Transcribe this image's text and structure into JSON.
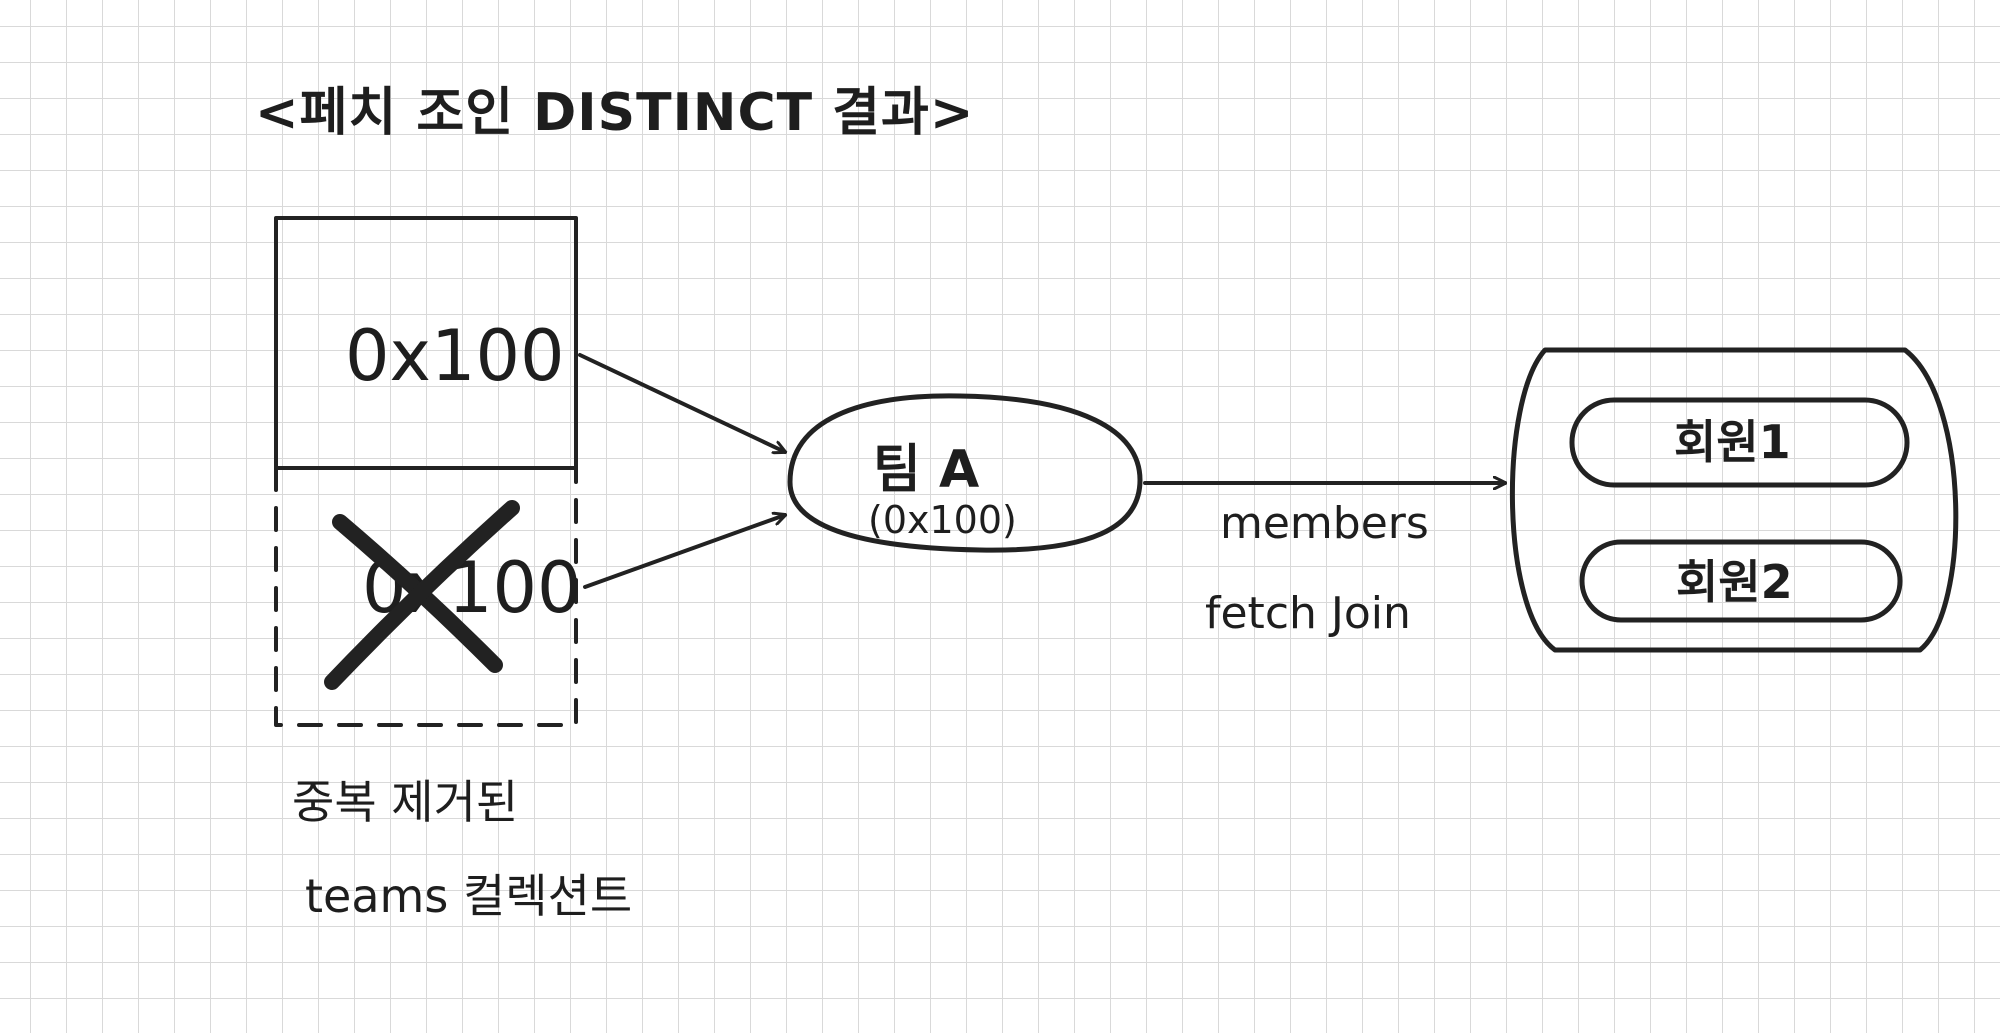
{
  "title": "<페치 조인 DISTINCT 결과>",
  "kept_box": {
    "label": "0x100"
  },
  "removed_box": {
    "label": "0x100"
  },
  "team_node": {
    "name": "팀 A",
    "address": "(0x100)"
  },
  "edge_label": {
    "line1": "members",
    "line2": "fetch Join"
  },
  "members": [
    "회원1",
    "회원2"
  ],
  "caption": {
    "line1": "중복 제거된",
    "line2": "teams 컬렉션트"
  }
}
